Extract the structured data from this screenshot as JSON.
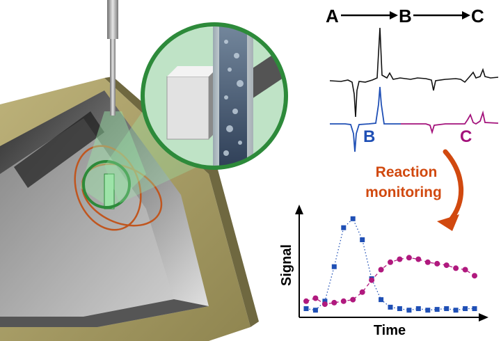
{
  "scheme": {
    "a": "A",
    "b": "B",
    "c": "C"
  },
  "spectra": {
    "label_b": "B",
    "label_c": "C"
  },
  "arrow_text": {
    "line1": "Reaction",
    "line2": "monitoring"
  },
  "plot": {
    "ylabel": "Signal",
    "xlabel": "Time",
    "series": [
      {
        "key": "B",
        "color": "#1f4fb5",
        "marker": "square",
        "style": "dotted",
        "points": [
          [
            1,
            1.0
          ],
          [
            2,
            0.9
          ],
          [
            3,
            1.5
          ],
          [
            4,
            3.8
          ],
          [
            5,
            6.4
          ],
          [
            6,
            7.0
          ],
          [
            7,
            5.6
          ],
          [
            8,
            3.0
          ],
          [
            9,
            1.6
          ],
          [
            10,
            1.1
          ],
          [
            11,
            1.0
          ],
          [
            12,
            0.9
          ],
          [
            13,
            1.0
          ],
          [
            14,
            0.9
          ],
          [
            15,
            0.95
          ],
          [
            16,
            1.0
          ],
          [
            17,
            0.9
          ],
          [
            18,
            1.0
          ],
          [
            19,
            1.0
          ]
        ]
      },
      {
        "key": "C",
        "color": "#b0197e",
        "marker": "circle",
        "style": "dashed",
        "points": [
          [
            1,
            1.5
          ],
          [
            2,
            1.7
          ],
          [
            3,
            1.3
          ],
          [
            4,
            1.4
          ],
          [
            5,
            1.5
          ],
          [
            6,
            1.6
          ],
          [
            7,
            2.1
          ],
          [
            8,
            2.9
          ],
          [
            9,
            3.6
          ],
          [
            10,
            4.1
          ],
          [
            11,
            4.3
          ],
          [
            12,
            4.4
          ],
          [
            13,
            4.3
          ],
          [
            14,
            4.1
          ],
          [
            15,
            4.0
          ],
          [
            16,
            3.9
          ],
          [
            17,
            3.7
          ],
          [
            18,
            3.6
          ],
          [
            19,
            3.2
          ]
        ]
      }
    ]
  },
  "colors": {
    "b": "#1f4fb5",
    "c": "#a3127b",
    "arrow": "#d1490f",
    "accent": "#2d8a3a"
  }
}
